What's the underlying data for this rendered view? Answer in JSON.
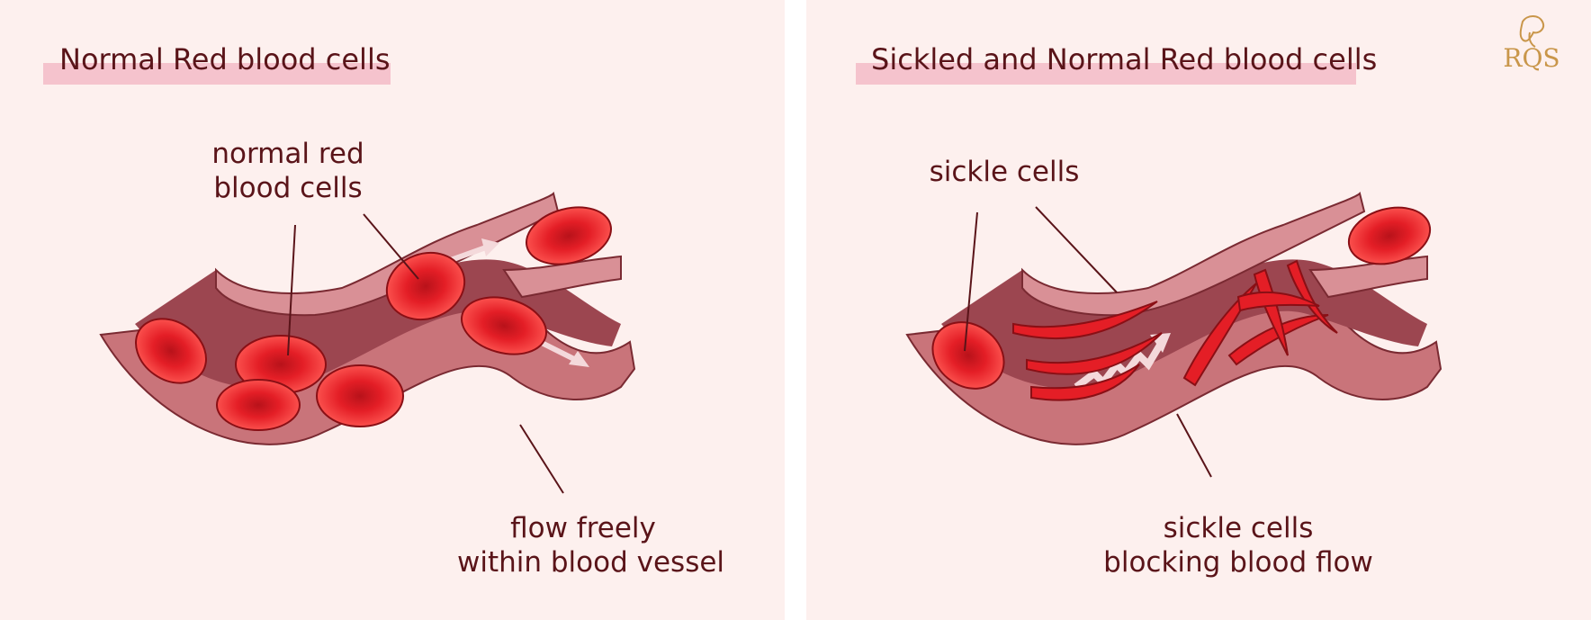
{
  "left_panel": {
    "title": "Normal Red blood cells",
    "cells_label": [
      "normal red",
      "blood cells"
    ],
    "flow_label": [
      "flow freely",
      "within blood vessel"
    ]
  },
  "right_panel": {
    "title": "Sickled and Normal Red blood cells",
    "sickle_label": "sickle cells",
    "block_label": [
      "sickle cells",
      "blocking blood flow"
    ]
  },
  "logo": {
    "text": "RQS",
    "icon": "lion-crest-icon"
  },
  "colors": {
    "panel_bg": "#fdf0ee",
    "title_highlight": "#f5c3cd",
    "text": "#5a1419",
    "vessel_outer": "#c9747a",
    "vessel_inner": "#9c4650",
    "cell_red": "#e41e26",
    "logo_gold": "#c9964a"
  }
}
